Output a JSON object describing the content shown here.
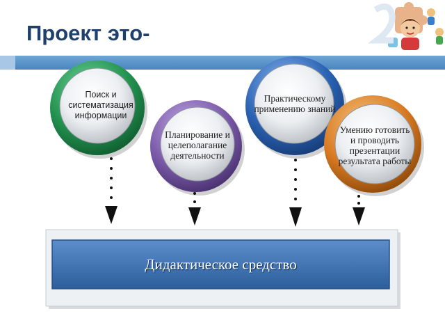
{
  "title": "Проект это-",
  "bottom_box": {
    "label": "Дидактическое средство"
  },
  "circles": [
    {
      "label": "Поиск и систематизация информации",
      "ring_color": "#1f8a4c"
    },
    {
      "label": "Планирование и целеполагание деятельности",
      "ring_color": "#7a5aa8"
    },
    {
      "label": "Практическому применению знаний",
      "ring_color": "#2a62b3"
    },
    {
      "label": "Умению готовить и проводить презентации результата работы",
      "ring_color": "#d87a22"
    }
  ],
  "colors": {
    "title": "#1f3f6c",
    "title_bar": "#5a94c8",
    "box_fill": "#3a6fae",
    "arrow": "#111111"
  }
}
